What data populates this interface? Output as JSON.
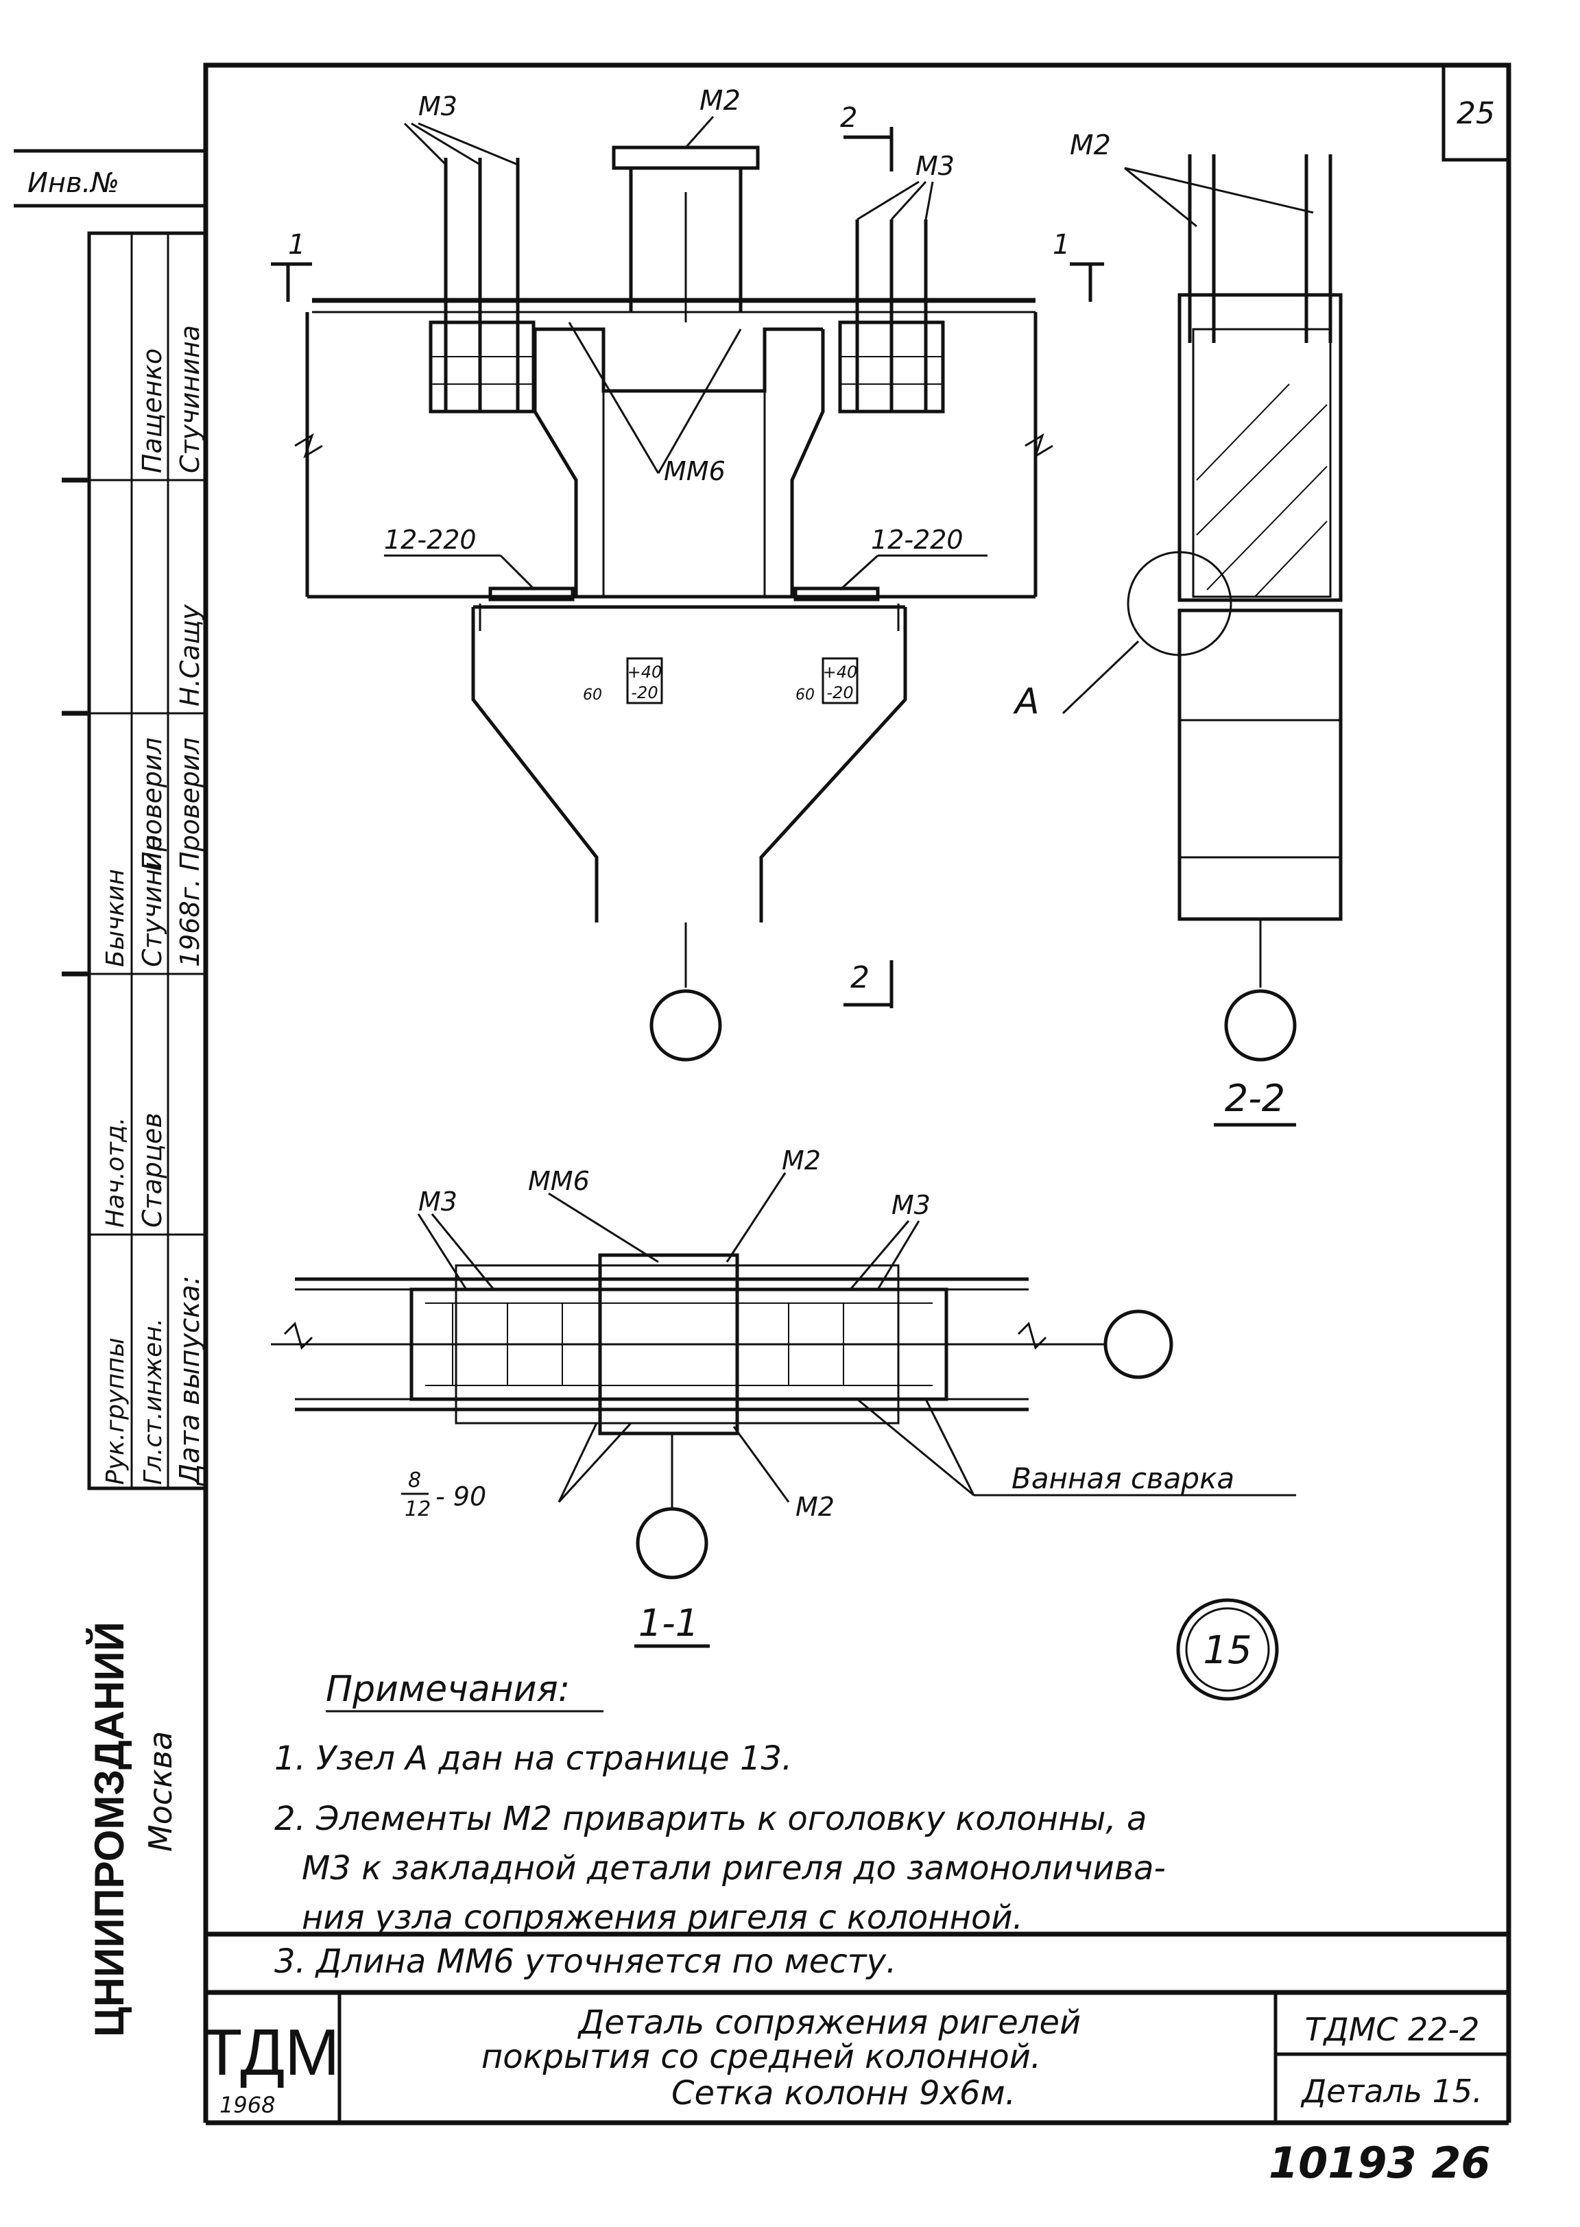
{
  "sheet": {
    "page_number": "25",
    "inv_label": "Инв.№",
    "circle_mark": "15",
    "stamp_bottom": "10193 26"
  },
  "labels": {
    "m3": "М3",
    "m2": "М2",
    "mm6": "ММ6",
    "section_mark_1": "1",
    "section_mark_2": "2",
    "rebar_12_220": "12-220",
    "tol_plus": "+40",
    "tol_minus": "-20",
    "dim_60": "60",
    "node_a": "A",
    "view_2_2": "2-2",
    "view_1_1": "1-1",
    "frac_top": "8",
    "frac_bottom": "12",
    "frac_suffix": "- 90",
    "bath_welding": "Ванная сварка"
  },
  "notes": {
    "heading": "Примечания:",
    "n1": "1. Узел А дан  на странице 13.",
    "n2a": "2. Элементы М2 приварить к оголовку колонны, а",
    "n2b": "М3  к  закладной  детали ригеля до замоноличива-",
    "n2c": "ния  узла  сопряжения  ригеля  с  колонной.",
    "n3": "3. Длина ММ6 уточняется по месту."
  },
  "side_stamp": {
    "org": "ЦНИИПРОМЗДАНИЙ",
    "city": "Москва",
    "roles": [
      "Нач.отд.",
      "Рук.группы",
      "Гл.ст.инжен.",
      "Дата выпуска:"
    ],
    "names": [
      "Бычкин",
      "Старцев",
      "Стучинин",
      "1968г."
    ],
    "checks": [
      "Проверил",
      "Проверил",
      "Пащенко",
      "Стучинина",
      "Н.Сащу"
    ]
  },
  "title_block": {
    "logo": "ТДМ",
    "year": "1968",
    "title_line1": "Деталь сопряжения ригелей",
    "title_line2": "покрытия со средней  колонной.",
    "title_line3": "Сетка колонн 9х6м.",
    "code": "ТДМС 22-2",
    "detail": "Деталь 15."
  }
}
